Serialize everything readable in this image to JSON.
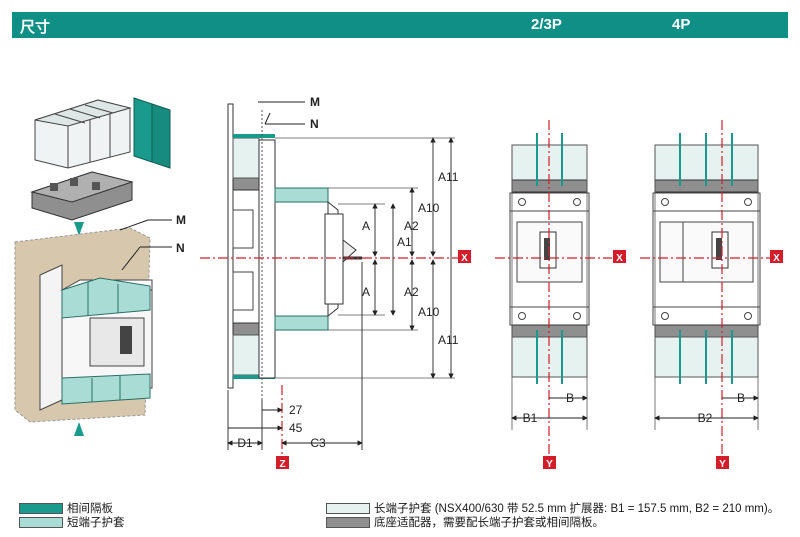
{
  "header": {
    "title": "尺寸",
    "col_3p": "2/3P",
    "col_4p": "4P"
  },
  "labels": {
    "m": "M",
    "n": "N",
    "a": "A",
    "a1": "A1",
    "a2": "A2",
    "a10": "A10",
    "a11": "A11",
    "b": "B",
    "b1": "B1",
    "b2": "B2",
    "c3": "C3",
    "d1": "D1",
    "dim27": "27",
    "dim45": "45",
    "axis_x": "X",
    "axis_y": "Y",
    "axis_z": "Z"
  },
  "legend": [
    {
      "label": "相间隔板",
      "color": "#1a9a8c"
    },
    {
      "label": "短端子护套",
      "color": "#a8dcd4"
    },
    {
      "label": "长端子护套 (NSX400/630 带 52.5 mm 扩展器: B1 = 157.5 mm, B2 = 210 mm)。",
      "color": "#e6f2f0"
    },
    {
      "label": "底座适配器，需要配长端子护套或相间隔板。",
      "color": "#8f8f8f"
    }
  ],
  "colors": {
    "teal_dark": "#1a9a8c",
    "teal_light": "#a8dcd4",
    "teal_pale": "#e6f2f0",
    "grey": "#8f8f8f",
    "axis_red": "#d41d2a",
    "header": "#0f8f86"
  }
}
